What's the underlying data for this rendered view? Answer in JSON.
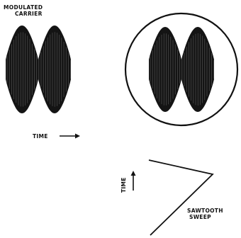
{
  "labels": {
    "modulated_carrier": [
      "MODULATED",
      "CARRIER"
    ],
    "time_horizontal": "TIME",
    "time_vertical": "TIME",
    "sawtooth_sweep": [
      "SAWTOOTH",
      "SWEEP"
    ]
  },
  "colors": {
    "ink": "#111111",
    "background": "#ffffff"
  },
  "icons": {
    "arrow_right": "arrow-right-icon",
    "arrow_up": "arrow-up-icon"
  }
}
